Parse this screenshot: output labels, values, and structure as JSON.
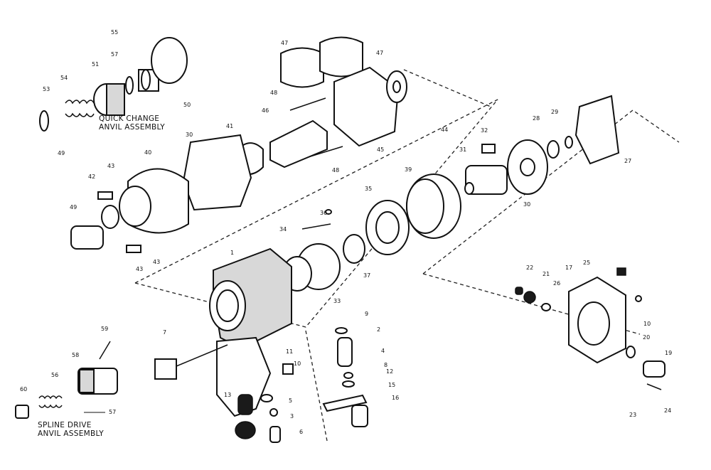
{
  "titles": {
    "quick_change": [
      "QUICK CHANGE",
      "ANVIL ASSEMBLY"
    ],
    "spline_drive": [
      "SPLINE DRIVE",
      "ANVIL ASSEMBLY"
    ]
  },
  "callouts": [
    "55",
    "57",
    "51",
    "54",
    "53",
    "49",
    "50",
    "47",
    "47",
    "48",
    "46",
    "44",
    "45",
    "48",
    "30",
    "41",
    "40",
    "43",
    "42",
    "49",
    "43",
    "43",
    "32",
    "28",
    "29",
    "27",
    "31",
    "39",
    "30",
    "36",
    "35",
    "34",
    "37",
    "33",
    "1",
    "22",
    "21",
    "25",
    "26",
    "17",
    "10",
    "20",
    "19",
    "23",
    "24",
    "59",
    "58",
    "56",
    "60",
    "57",
    "7",
    "11",
    "10",
    "9",
    "2",
    "4",
    "8",
    "12",
    "15",
    "16",
    "13",
    "5",
    "3",
    "6"
  ]
}
